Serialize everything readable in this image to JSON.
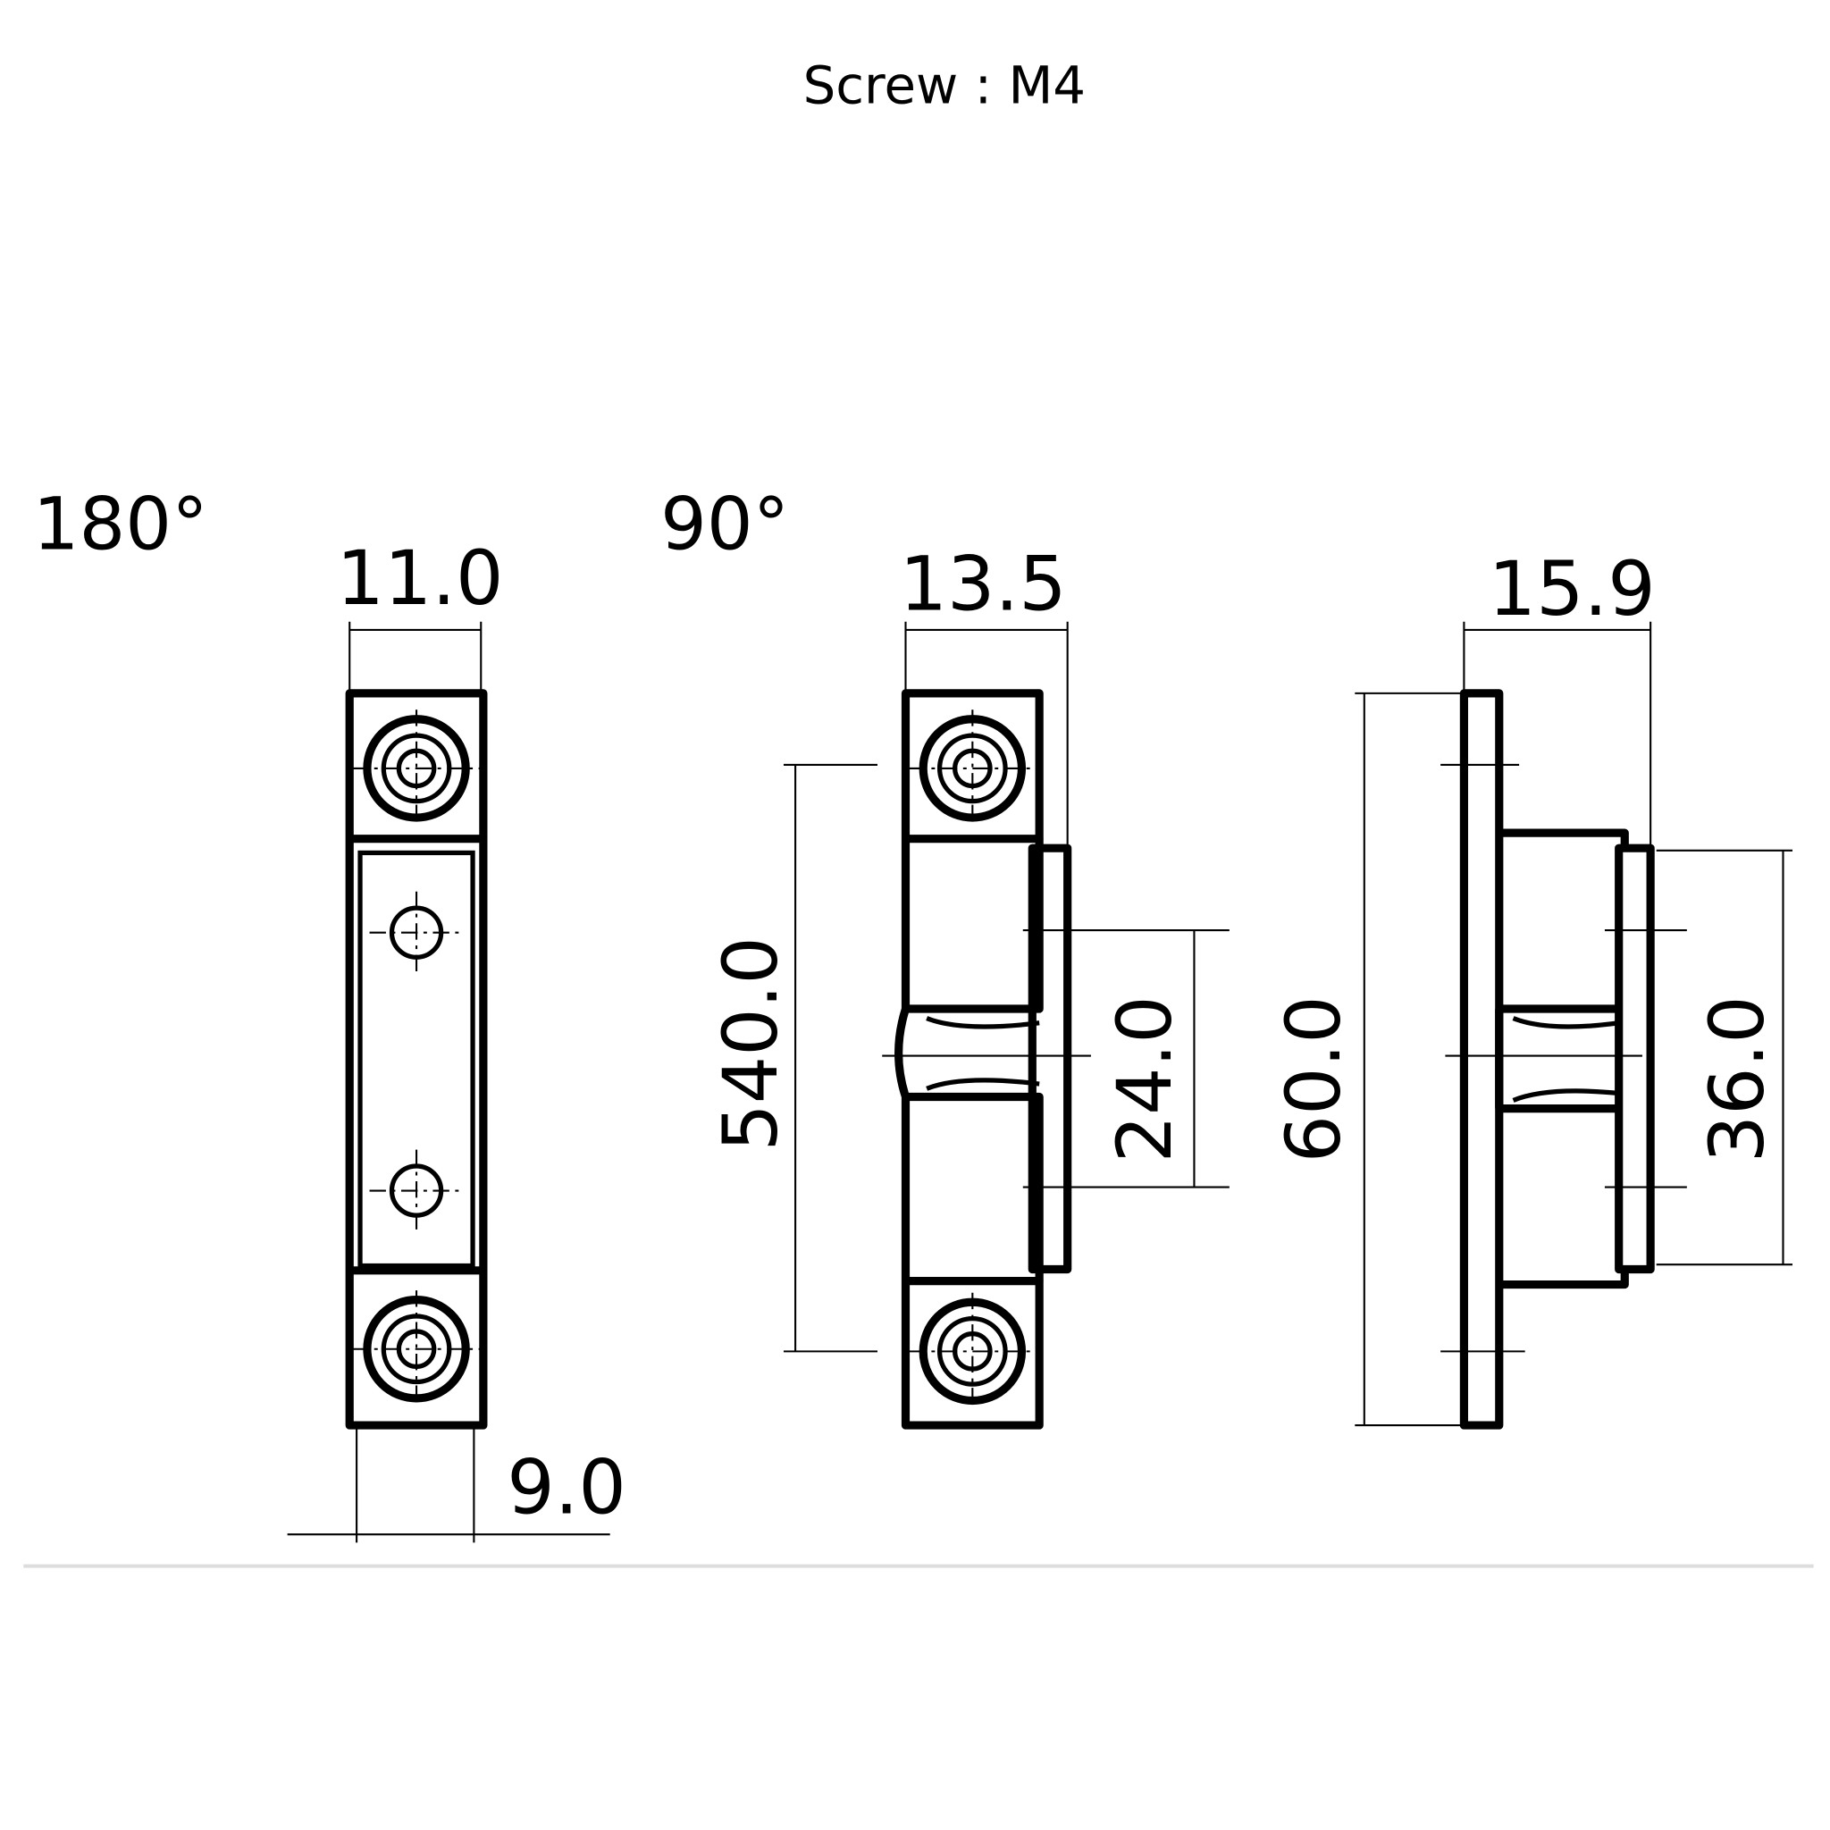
{
  "title": "Screw : M4",
  "views": {
    "v180": {
      "label": "180°",
      "width": "11.0",
      "depth": "9.0"
    },
    "v90": {
      "label": "90°",
      "width": "13.5",
      "hole_spacing": "540.0",
      "center_spacing": "24.0"
    },
    "side": {
      "width": "15.9",
      "length": "60.0",
      "plate_length": "36.0"
    }
  }
}
